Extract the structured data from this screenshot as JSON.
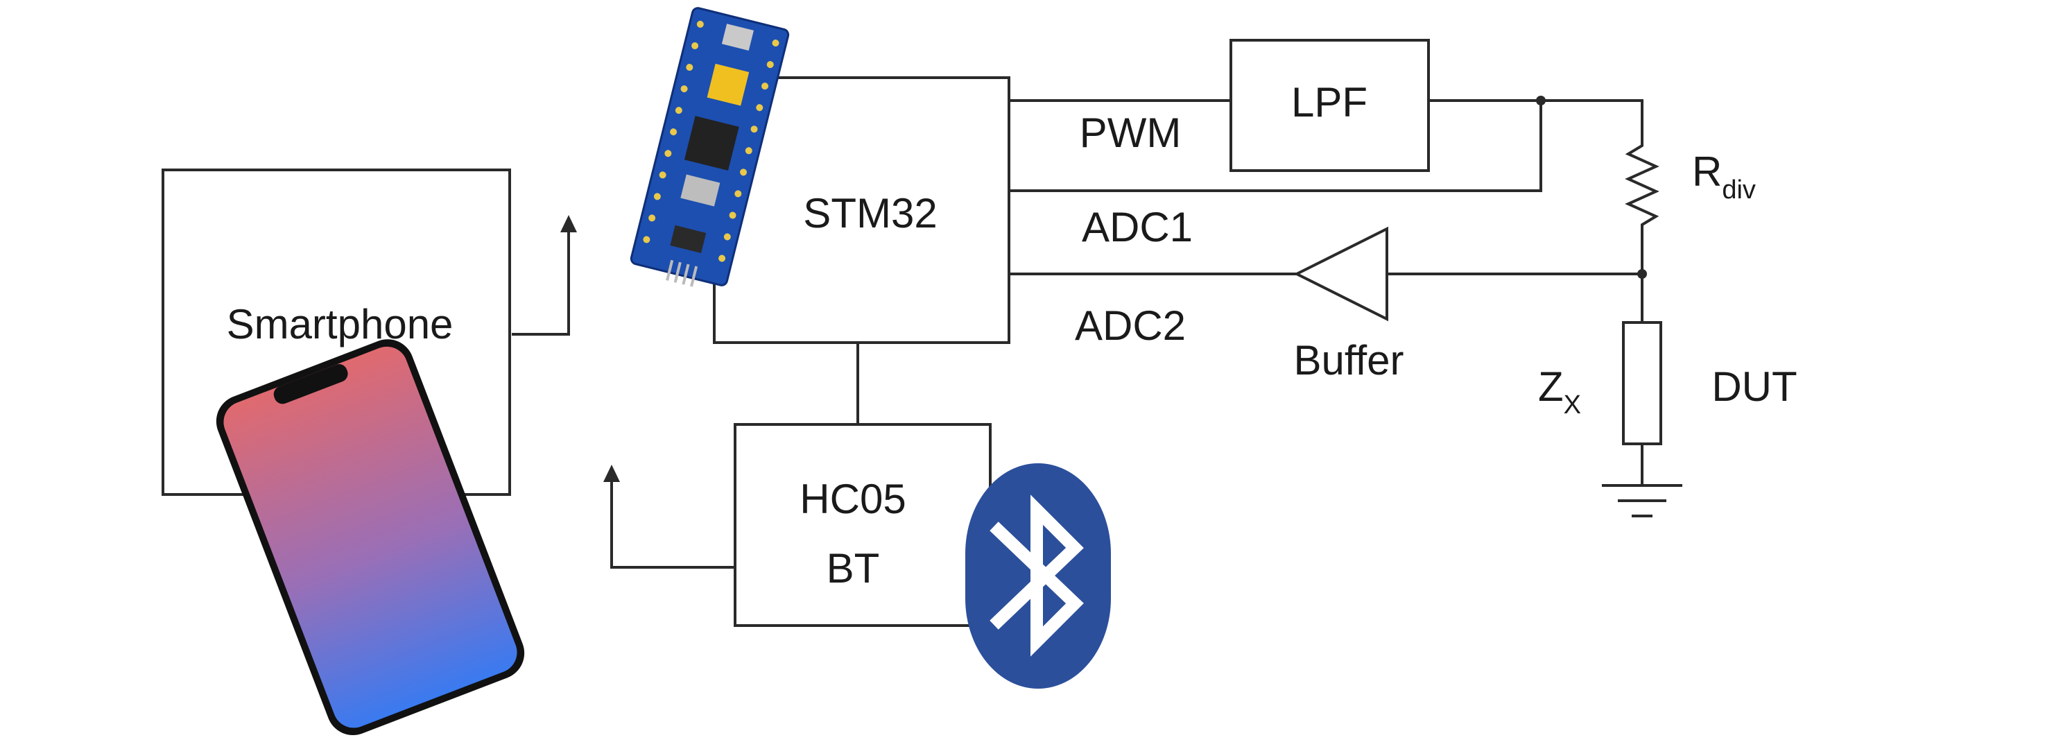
{
  "blocks": {
    "smartphone": "Smartphone",
    "stm32": "STM32",
    "lpf": "LPF",
    "hc05_line1": "HC05",
    "hc05_line2": "BT"
  },
  "signals": {
    "pwm": "PWM",
    "adc1": "ADC1",
    "adc2": "ADC2",
    "buffer": "Buffer"
  },
  "components": {
    "r_div_main": "R",
    "r_div_sub": "div",
    "z_x_main": "Z",
    "z_x_sub": "X",
    "dut": "DUT"
  },
  "colors": {
    "line": "#2a2a2a",
    "bluetooth": "#2b4f9b",
    "board": "#1c4fb0",
    "phone_top": "#e06a6f",
    "phone_bottom": "#3a7af0"
  },
  "icons": {
    "bluetooth": "bluetooth-logo",
    "board": "stm32-blue-pill-board",
    "phone": "smartphone-photo",
    "ground": "ground-symbol"
  }
}
